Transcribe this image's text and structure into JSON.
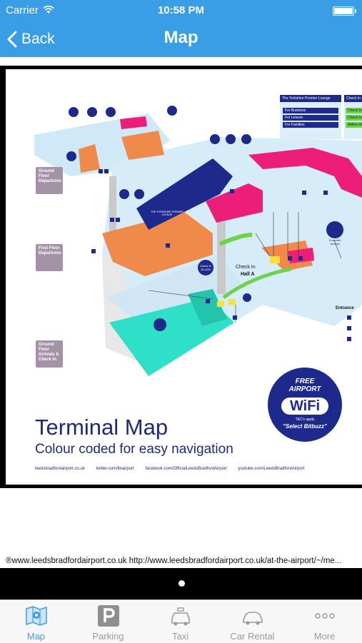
{
  "status_bar": {
    "carrier": "Carrier",
    "time": "10:58 PM"
  },
  "nav": {
    "back_label": "Back",
    "title": "Map"
  },
  "map": {
    "floor_labels": {
      "ground_departures": "Ground Floor Departures",
      "first_departures": "First Floor Departures",
      "ground_arrivals": "Ground Floor Arrivals & Check In"
    },
    "legend": {
      "lounge_title": "The Yorkshire Premier Lounge",
      "lounge_items": [
        "For Business",
        "For Leisure",
        "For Families"
      ],
      "checkin_title": "Check In",
      "checkin_items": [
        "Check In",
        "Check In",
        "Airline Info"
      ]
    },
    "labels": {
      "check_in_hall": "Check In",
      "hall_a": "Hall A",
      "check_in_badge": "Check In",
      "check_in_range": "A1-A28",
      "entrance": "Entrance",
      "domestic": "Domestic Arrivals",
      "lounge_name": "THE YORKSHIRE PREMIER LOUNGE"
    },
    "title": "Terminal Map",
    "subtitle": "Colour coded for easy navigation",
    "links": [
      "leedsbradfordairport.co.uk",
      "twitter.com/lbiairport",
      "facebook.com/OfficialLeedsBradfordAirport",
      "youtube.com/LeedsBradfordAirport"
    ],
    "wifi": {
      "free_line1": "FREE",
      "free_line2": "AIRPORT",
      "word": "WiFi",
      "tc": "T&C's apply",
      "select": "\"Select Bitbuzz\""
    }
  },
  "url_text": "®www.leedsbradfordairport.co.uk http://www.leedsbradfordairport.co.uk/at-the-airport/~/me...",
  "tabs": [
    {
      "label": "Map",
      "icon": "map-icon",
      "active": true
    },
    {
      "label": "Parking",
      "icon": "parking-icon",
      "active": false
    },
    {
      "label": "Taxi",
      "icon": "taxi-icon",
      "active": false
    },
    {
      "label": "Car Rental",
      "icon": "car-icon",
      "active": false
    },
    {
      "label": "More",
      "icon": "more-icon",
      "active": false
    }
  ],
  "colors": {
    "accent": "#3a9ee6",
    "navy": "#1d2a7a",
    "teal": "#2ee0c8",
    "pink": "#ec1e79",
    "orange": "#f08a4b"
  }
}
